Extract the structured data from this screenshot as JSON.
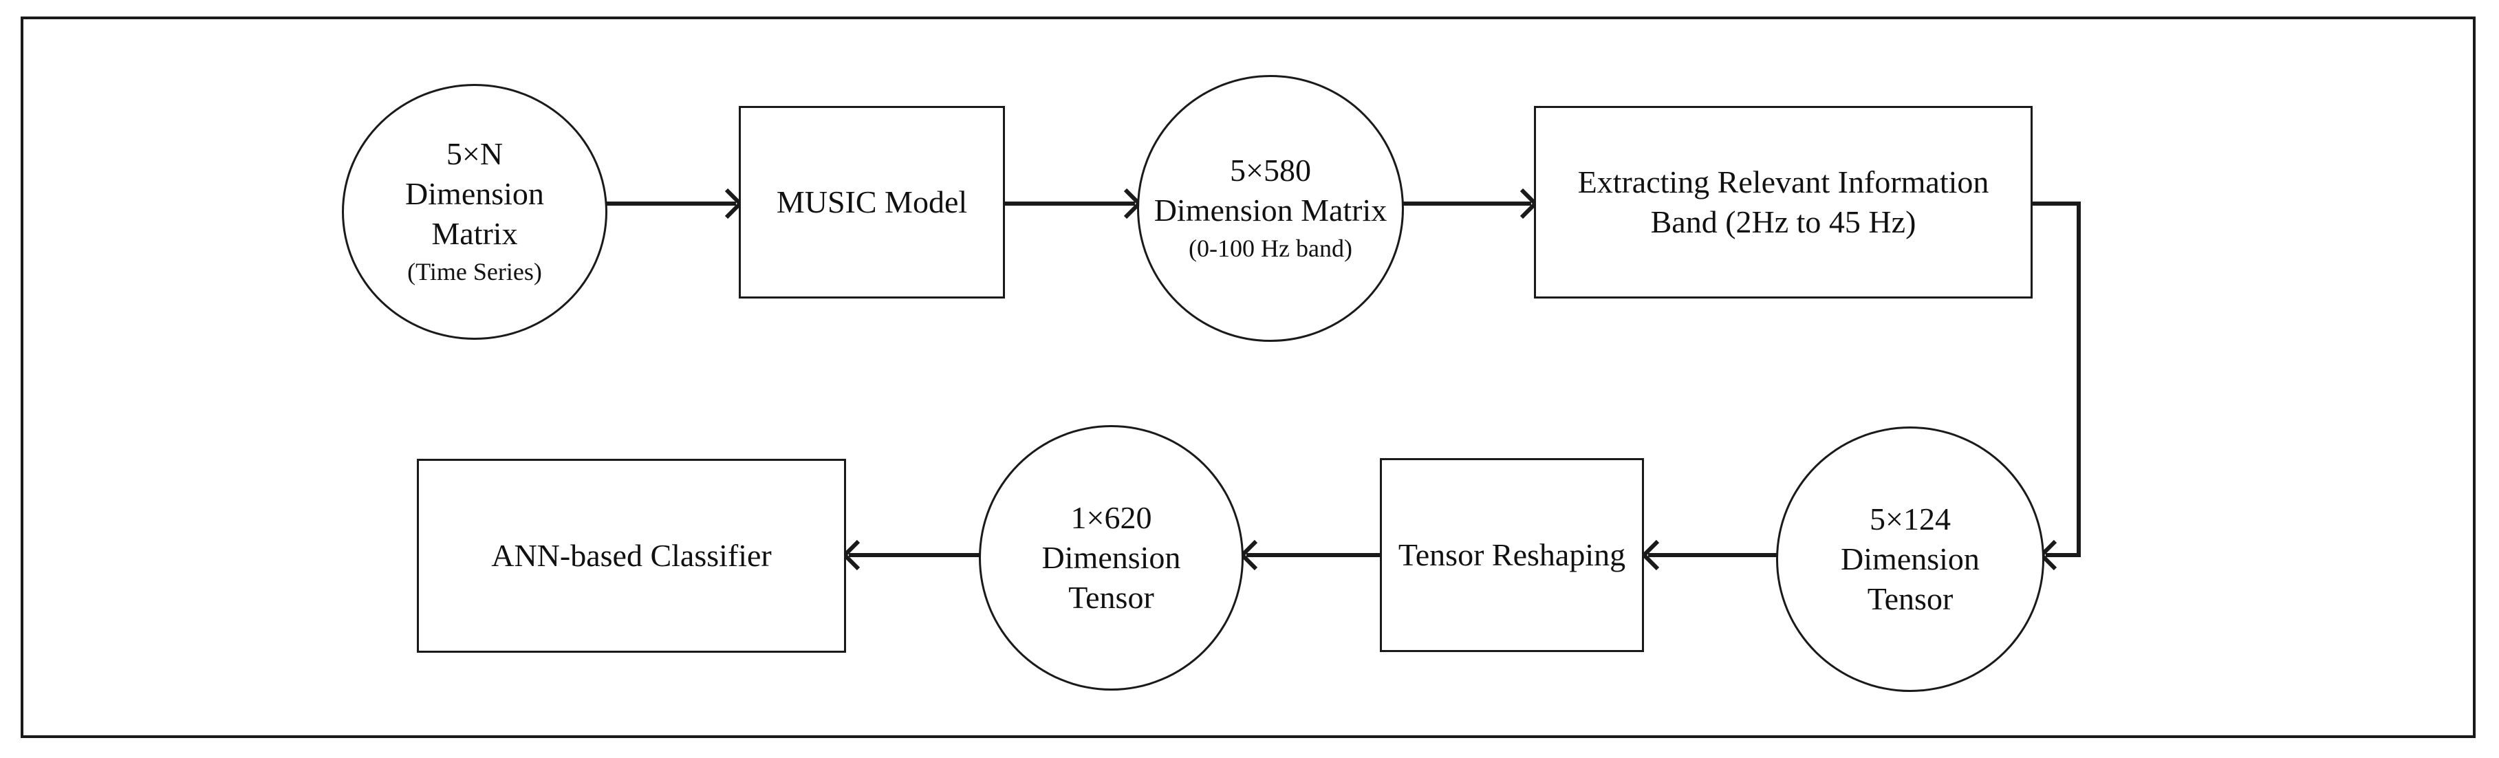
{
  "diagram": {
    "nodes": {
      "input_matrix": {
        "lines": [
          "5×N",
          "Dimension",
          "Matrix"
        ],
        "sub": "(Time Series)"
      },
      "music_model": {
        "lines": [
          "MUSIC Model"
        ]
      },
      "spectrum_matrix": {
        "lines": [
          "5×580",
          "Dimension Matrix"
        ],
        "sub": "(0-100 Hz band)"
      },
      "band_extraction": {
        "lines": [
          "Extracting Relevant Information",
          "Band (2Hz to 45 Hz)"
        ]
      },
      "band_tensor": {
        "lines": [
          "5×124",
          "Dimension",
          "Tensor"
        ]
      },
      "reshaping": {
        "lines": [
          "Tensor Reshaping"
        ]
      },
      "flat_tensor": {
        "lines": [
          "1×620",
          "Dimension",
          "Tensor"
        ]
      },
      "classifier": {
        "lines": [
          "ANN-based Classifier"
        ]
      }
    },
    "edges": [
      {
        "from": "input_matrix",
        "to": "music_model"
      },
      {
        "from": "music_model",
        "to": "spectrum_matrix"
      },
      {
        "from": "spectrum_matrix",
        "to": "band_extraction"
      },
      {
        "from": "band_extraction",
        "to": "band_tensor"
      },
      {
        "from": "band_tensor",
        "to": "reshaping"
      },
      {
        "from": "reshaping",
        "to": "flat_tensor"
      },
      {
        "from": "flat_tensor",
        "to": "classifier"
      }
    ]
  }
}
